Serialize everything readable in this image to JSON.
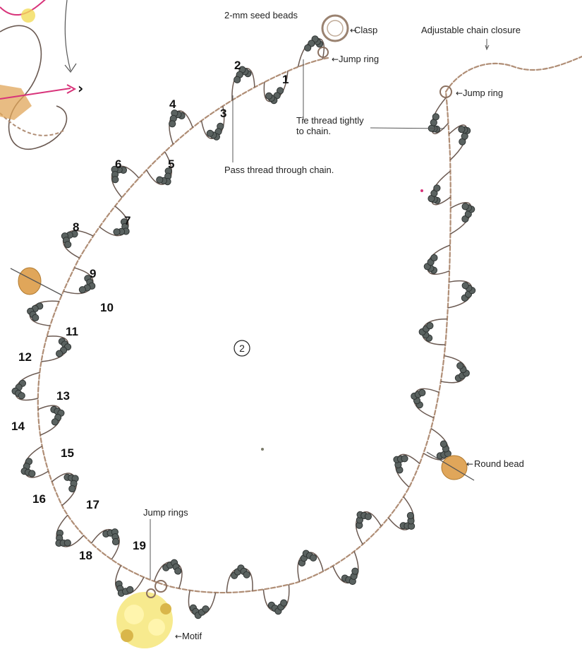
{
  "labels": {
    "seed_beads": "2-mm seed beads",
    "clasp": "Clasp",
    "jump_ring_top": "Jump ring",
    "adjustable": "Adjustable chain closure",
    "jump_ring_right": "Jump ring",
    "tie_thread_1": "Tie thread tightly",
    "tie_thread_2": "to chain.",
    "pass_thread": "Pass thread through chain.",
    "round_bead": "Round bead",
    "jump_rings": "Jump rings",
    "motif": "Motif",
    "figure_number": "2"
  },
  "loop_numbers": [
    "1",
    "2",
    "3",
    "4",
    "5",
    "6",
    "7",
    "8",
    "9",
    "10",
    "11",
    "12",
    "13",
    "14",
    "15",
    "16",
    "17",
    "18",
    "19"
  ],
  "colors": {
    "chain": "#b08e76",
    "bead": "#5a6260",
    "round_bead": "#e0a65a",
    "motif": "#f3dc5a",
    "accent_pink": "#d8337a"
  }
}
